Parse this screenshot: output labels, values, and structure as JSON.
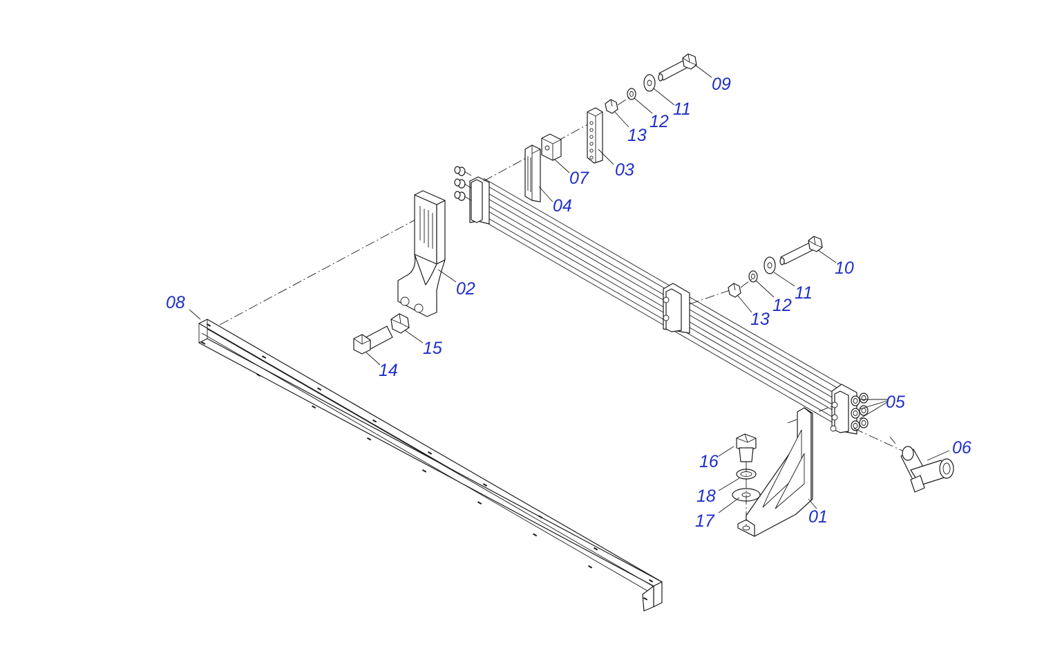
{
  "callouts": {
    "c01": "01",
    "c02": "02",
    "c03": "03",
    "c04": "04",
    "c05": "05",
    "c06": "06",
    "c07": "07",
    "c08": "08",
    "c09": "09",
    "c10": "10",
    "c11a": "11",
    "c11b": "11",
    "c12a": "12",
    "c12b": "12",
    "c13a": "13",
    "c13b": "13",
    "c14": "14",
    "c15": "15",
    "c16": "16",
    "c17": "17",
    "c18": "18"
  },
  "colors": {
    "callout": "#1f2fc8",
    "line": "#1a1a1a"
  }
}
